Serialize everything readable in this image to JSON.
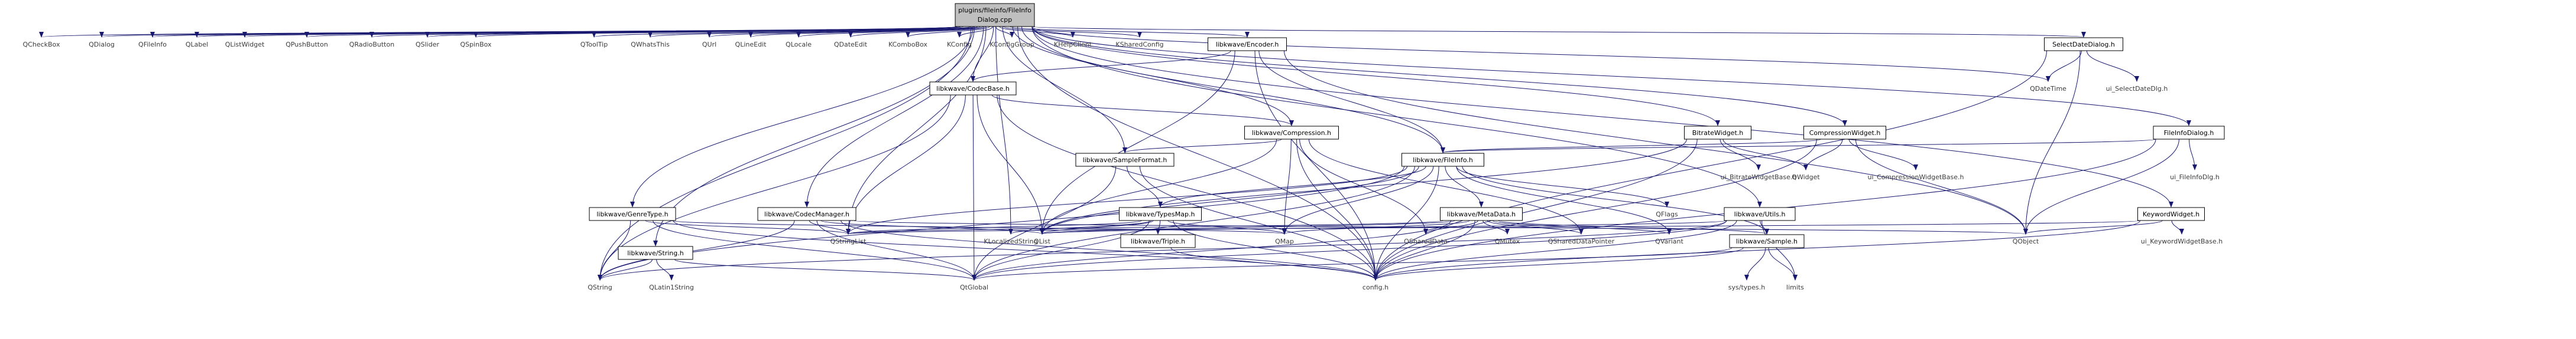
{
  "root": {
    "label_line1": "plugins/fileinfo/FileInfo",
    "label_line2": "Dialog.cpp"
  },
  "nodes": [
    {
      "id": "qcheckbox",
      "label": "QCheckBox"
    },
    {
      "id": "qdialog",
      "label": "QDialog"
    },
    {
      "id": "qfileinfo",
      "label": "QFileInfo"
    },
    {
      "id": "qlabel",
      "label": "QLabel"
    },
    {
      "id": "qlistwidget",
      "label": "QListWidget"
    },
    {
      "id": "qpushbutton",
      "label": "QPushButton"
    },
    {
      "id": "qradiobutton",
      "label": "QRadioButton"
    },
    {
      "id": "qslider",
      "label": "QSlider"
    },
    {
      "id": "qspinbox",
      "label": "QSpinBox"
    },
    {
      "id": "qtooltip",
      "label": "QToolTip"
    },
    {
      "id": "qwhatsthis",
      "label": "QWhatsThis"
    },
    {
      "id": "qurl",
      "label": "QUrl"
    },
    {
      "id": "qlineedit",
      "label": "QLineEdit"
    },
    {
      "id": "qlocale",
      "label": "QLocale"
    },
    {
      "id": "qdateedit",
      "label": "QDateEdit"
    },
    {
      "id": "kcombobox",
      "label": "KComboBox"
    },
    {
      "id": "kconfig",
      "label": "KConfig"
    },
    {
      "id": "kconfiggroup",
      "label": "KConfigGroup"
    },
    {
      "id": "khelpclient",
      "label": "KHelpClient"
    },
    {
      "id": "ksharedconfig",
      "label": "KSharedConfig"
    },
    {
      "id": "encoder",
      "label": "libkwave/Encoder.h"
    },
    {
      "id": "selectdatedialog",
      "label": "SelectDateDialog.h"
    },
    {
      "id": "qdatetime",
      "label": "QDateTime"
    },
    {
      "id": "ui_selectdatedlg",
      "label": "ui_SelectDateDlg.h"
    },
    {
      "id": "codecbase",
      "label": "libkwave/CodecBase.h"
    },
    {
      "id": "compression",
      "label": "libkwave/Compression.h"
    },
    {
      "id": "bitratewidget",
      "label": "BitrateWidget.h"
    },
    {
      "id": "compressionwidget",
      "label": "CompressionWidget.h"
    },
    {
      "id": "fileinfodialog",
      "label": "FileInfoDialog.h"
    },
    {
      "id": "sampleformat",
      "label": "libkwave/SampleFormat.h"
    },
    {
      "id": "fileinfo",
      "label": "libkwave/FileInfo.h"
    },
    {
      "id": "ui_bitratewidgetbase",
      "label": "ui_BitrateWidgetBase.h"
    },
    {
      "id": "qwidget",
      "label": "QWidget"
    },
    {
      "id": "ui_compressionwidgetbase",
      "label": "ui_CompressionWidgetBase.h"
    },
    {
      "id": "ui_fileinfodlg",
      "label": "ui_FileInfoDlg.h"
    },
    {
      "id": "genretype",
      "label": "libkwave/GenreType.h"
    },
    {
      "id": "codecmanager",
      "label": "libkwave/CodecManager.h"
    },
    {
      "id": "typesmap",
      "label": "libkwave/TypesMap.h"
    },
    {
      "id": "metadata",
      "label": "libkwave/MetaData.h"
    },
    {
      "id": "qflags",
      "label": "QFlags"
    },
    {
      "id": "utils",
      "label": "libkwave/Utils.h"
    },
    {
      "id": "keywordwidget",
      "label": "KeywordWidget.h"
    },
    {
      "id": "klocalizedstring",
      "label": "KLocalizedString"
    },
    {
      "id": "string",
      "label": "libkwave/String.h"
    },
    {
      "id": "qstringlist",
      "label": "QStringList"
    },
    {
      "id": "qlist",
      "label": "QList"
    },
    {
      "id": "triple",
      "label": "libkwave/Triple.h"
    },
    {
      "id": "qmap",
      "label": "QMap"
    },
    {
      "id": "qshareddata",
      "label": "QSharedData"
    },
    {
      "id": "qmutex",
      "label": "QMutex"
    },
    {
      "id": "qshareddatapointer",
      "label": "QSharedDataPointer"
    },
    {
      "id": "qvariant",
      "label": "QVariant"
    },
    {
      "id": "sample",
      "label": "libkwave/Sample.h"
    },
    {
      "id": "qobject",
      "label": "QObject"
    },
    {
      "id": "ui_keywordwidgetbase",
      "label": "ui_KeywordWidgetBase.h"
    },
    {
      "id": "qstring",
      "label": "QString"
    },
    {
      "id": "qlatin1string",
      "label": "QLatin1String"
    },
    {
      "id": "qglobal",
      "label": "QtGlobal"
    },
    {
      "id": "configh",
      "label": "config.h"
    },
    {
      "id": "systypes",
      "label": "sys/types.h"
    },
    {
      "id": "limits",
      "label": "limits"
    }
  ],
  "edges": [
    [
      "root",
      "qcheckbox"
    ],
    [
      "root",
      "qdialog"
    ],
    [
      "root",
      "qfileinfo"
    ],
    [
      "root",
      "qlabel"
    ],
    [
      "root",
      "qlistwidget"
    ],
    [
      "root",
      "qpushbutton"
    ],
    [
      "root",
      "qradiobutton"
    ],
    [
      "root",
      "qslider"
    ],
    [
      "root",
      "qspinbox"
    ],
    [
      "root",
      "qstringlist"
    ],
    [
      "root",
      "qtooltip"
    ],
    [
      "root",
      "qwhatsthis"
    ],
    [
      "root",
      "qurl"
    ],
    [
      "root",
      "qlineedit"
    ],
    [
      "root",
      "qlocale"
    ],
    [
      "root",
      "qdateedit"
    ],
    [
      "root",
      "kcombobox"
    ],
    [
      "root",
      "kconfig"
    ],
    [
      "root",
      "kconfiggroup"
    ],
    [
      "root",
      "khelpclient"
    ],
    [
      "root",
      "ksharedconfig"
    ],
    [
      "root",
      "klocalizedstring"
    ],
    [
      "root",
      "encoder"
    ],
    [
      "root",
      "codecbase"
    ],
    [
      "root",
      "compression"
    ],
    [
      "root",
      "sampleformat"
    ],
    [
      "root",
      "fileinfo"
    ],
    [
      "root",
      "genretype"
    ],
    [
      "root",
      "codecmanager"
    ],
    [
      "root",
      "string"
    ],
    [
      "root",
      "qstring"
    ],
    [
      "root",
      "utils"
    ],
    [
      "root",
      "bitratewidget"
    ],
    [
      "root",
      "compressionwidget"
    ],
    [
      "root",
      "fileinfodialog"
    ],
    [
      "root",
      "keywordwidget"
    ],
    [
      "root",
      "selectdatedialog"
    ],
    [
      "root",
      "qdatetime"
    ],
    [
      "root",
      "configh"
    ],
    [
      "encoder",
      "qlist"
    ],
    [
      "encoder",
      "qobject"
    ],
    [
      "encoder",
      "codecbase"
    ],
    [
      "encoder",
      "fileinfo"
    ],
    [
      "encoder",
      "configh"
    ],
    [
      "selectdatedialog",
      "qdatetime"
    ],
    [
      "selectdatedialog",
      "ui_selectdatedlg"
    ],
    [
      "selectdatedialog",
      "qobject"
    ],
    [
      "selectdatedialog",
      "configh"
    ],
    [
      "codecbase",
      "qstring"
    ],
    [
      "codecbase",
      "qstringlist"
    ],
    [
      "codecbase",
      "qlist"
    ],
    [
      "codecbase",
      "qglobal"
    ],
    [
      "codecbase",
      "compression"
    ],
    [
      "codecbase",
      "configh"
    ],
    [
      "compression",
      "sampleformat"
    ],
    [
      "compression",
      "qmap"
    ],
    [
      "compression",
      "qshareddata"
    ],
    [
      "compression",
      "qshareddatapointer"
    ],
    [
      "compression",
      "configh"
    ],
    [
      "compression",
      "qlist"
    ],
    [
      "bitratewidget",
      "ui_bitratewidgetbase"
    ],
    [
      "bitratewidget",
      "qwidget"
    ],
    [
      "bitratewidget",
      "qlist"
    ],
    [
      "bitratewidget",
      "configh"
    ],
    [
      "compressionwidget",
      "ui_compressionwidgetbase"
    ],
    [
      "compressionwidget",
      "qwidget"
    ],
    [
      "compressionwidget",
      "qobject"
    ],
    [
      "compressionwidget",
      "fileinfo"
    ],
    [
      "compressionwidget",
      "configh"
    ],
    [
      "fileinfodialog",
      "ui_fileinfodlg"
    ],
    [
      "fileinfodialog",
      "qobject"
    ],
    [
      "fileinfodialog",
      "fileinfo"
    ],
    [
      "fileinfodialog",
      "configh"
    ],
    [
      "sampleformat",
      "typesmap"
    ],
    [
      "sampleformat",
      "qglobal"
    ],
    [
      "sampleformat",
      "configh"
    ],
    [
      "fileinfo",
      "qflags"
    ],
    [
      "fileinfo",
      "qlist"
    ],
    [
      "fileinfo",
      "qmap"
    ],
    [
      "fileinfo",
      "qvariant"
    ],
    [
      "fileinfo",
      "metadata"
    ],
    [
      "fileinfo",
      "typesmap"
    ],
    [
      "fileinfo",
      "qstring"
    ],
    [
      "fileinfo",
      "configh"
    ],
    [
      "fileinfo",
      "qglobal"
    ],
    [
      "fileinfo",
      "sample"
    ],
    [
      "fileinfo",
      "qstringlist"
    ],
    [
      "genretype",
      "qstring"
    ],
    [
      "genretype",
      "qstringlist"
    ],
    [
      "genretype",
      "qmap"
    ],
    [
      "genretype",
      "qglobal"
    ],
    [
      "genretype",
      "configh"
    ],
    [
      "codecmanager",
      "qstring"
    ],
    [
      "codecmanager",
      "qstringlist"
    ],
    [
      "codecmanager",
      "qlist"
    ],
    [
      "codecmanager",
      "qobject"
    ],
    [
      "codecmanager",
      "qglobal"
    ],
    [
      "codecmanager",
      "configh"
    ],
    [
      "typesmap",
      "qmap"
    ],
    [
      "typesmap",
      "qstringlist"
    ],
    [
      "typesmap",
      "qlist"
    ],
    [
      "typesmap",
      "klocalizedstring"
    ],
    [
      "typesmap",
      "triple"
    ],
    [
      "typesmap",
      "configh"
    ],
    [
      "typesmap",
      "qglobal"
    ],
    [
      "metadata",
      "qmap"
    ],
    [
      "metadata",
      "qlist"
    ],
    [
      "metadata",
      "qshareddata"
    ],
    [
      "metadata",
      "qmutex"
    ],
    [
      "metadata",
      "qshareddatapointer"
    ],
    [
      "metadata",
      "qvariant"
    ],
    [
      "metadata",
      "qstringlist"
    ],
    [
      "metadata",
      "sample"
    ],
    [
      "metadata",
      "configh"
    ],
    [
      "metadata",
      "qglobal"
    ],
    [
      "utils",
      "qstring"
    ],
    [
      "utils",
      "sample"
    ],
    [
      "utils",
      "qlist"
    ],
    [
      "utils",
      "configh"
    ],
    [
      "utils",
      "qglobal"
    ],
    [
      "utils",
      "limits"
    ],
    [
      "keywordwidget",
      "qobject"
    ],
    [
      "keywordwidget",
      "ui_keywordwidgetbase"
    ],
    [
      "keywordwidget",
      "qstringlist"
    ],
    [
      "keywordwidget",
      "configh"
    ],
    [
      "string",
      "qstring"
    ],
    [
      "string",
      "qlatin1string"
    ],
    [
      "string",
      "qglobal"
    ],
    [
      "triple",
      "configh"
    ],
    [
      "sample",
      "configh"
    ],
    [
      "sample",
      "systypes"
    ],
    [
      "sample",
      "limits"
    ],
    [
      "sample",
      "qglobal"
    ]
  ]
}
